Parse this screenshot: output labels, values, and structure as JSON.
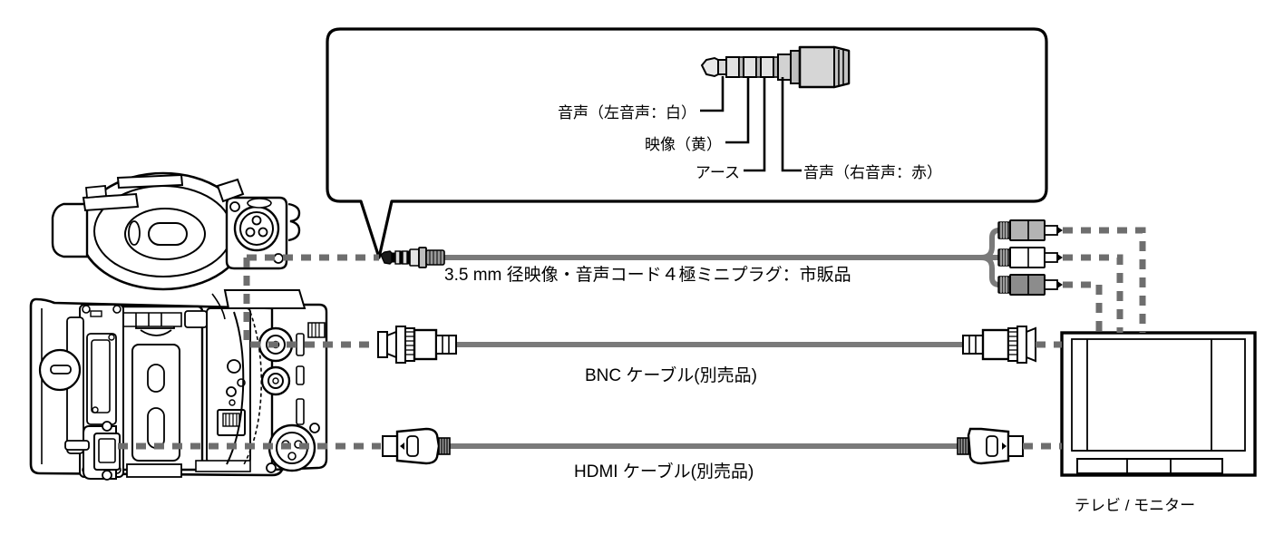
{
  "diagram": {
    "title": "camcorder-to-tv-connection-diagram",
    "callout": {
      "plug_name": "4-pole-mini-plug",
      "labels": {
        "audio_left": "音声（左音声：白）",
        "video": "映像（黄）",
        "ground": "アース",
        "audio_right": "音声（右音声：赤）"
      }
    },
    "cables": [
      {
        "id": "av-mini-cable",
        "label": "3.5 mm 径映像・音声コード４極ミニプラグ：市販品",
        "left_connector": "mini-plug-4pole",
        "right_connector": "rca-plug-triple"
      },
      {
        "id": "bnc-cable",
        "label": "BNC ケーブル(別売品)",
        "left_connector": "bnc-plug",
        "right_connector": "bnc-plug"
      },
      {
        "id": "hdmi-cable",
        "label": "HDMI ケーブル(別売品)",
        "left_connector": "hdmi-plug",
        "right_connector": "hdmi-plug"
      }
    ],
    "devices": {
      "camera": {
        "name": "camcorder",
        "label": ""
      },
      "display": {
        "name": "television-monitor",
        "label": "テレビ / モニター"
      }
    },
    "rca_plugs": [
      {
        "name": "rca-plug-yellow",
        "fill": "#b3b3b3"
      },
      {
        "name": "rca-plug-white",
        "fill": "#ffffff"
      },
      {
        "name": "rca-plug-red",
        "fill": "#8c8c8c"
      }
    ],
    "colors": {
      "line": "#000000",
      "cable": "#7a7a7a",
      "dash": "#6e6e6e",
      "plug_body_light": "#e8e8e8",
      "plug_body_mid": "#c9c9c9",
      "plug_body_dark": "#9a9a9a",
      "background": "#ffffff"
    }
  }
}
